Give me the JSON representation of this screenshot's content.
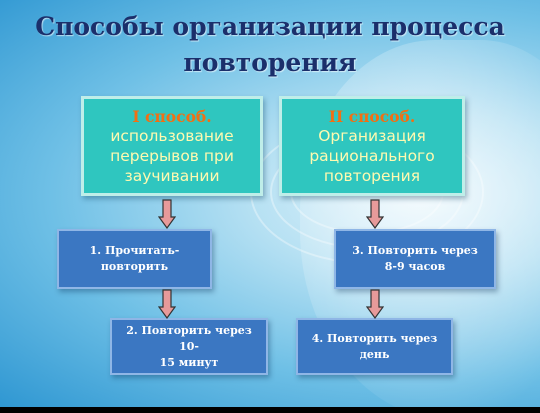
{
  "title": {
    "line1": "Способы организации процесса",
    "line2": "повторения"
  },
  "methods": [
    {
      "label": "I способ.",
      "lines": [
        "использование",
        "перерывов при",
        "заучивании"
      ]
    },
    {
      "label": "II способ.",
      "lines": [
        "Организация",
        "рационального",
        "повторения"
      ]
    }
  ],
  "steps": [
    {
      "lines": [
        "1. Прочитать-",
        "повторить"
      ]
    },
    {
      "lines": [
        "2. Повторить через 10-",
        "15 минут"
      ]
    },
    {
      "lines": [
        "3. Повторить через",
        "8-9 часов"
      ]
    },
    {
      "lines": [
        "4. Повторить через",
        "день"
      ]
    }
  ],
  "colors": {
    "title": "#1b2f6b",
    "method_fill": "#2fc6bf",
    "method_label": "#f26f13",
    "method_text": "#fffab0",
    "step_fill": "#3b77c2",
    "arrow_fill": "#e79a9a"
  }
}
